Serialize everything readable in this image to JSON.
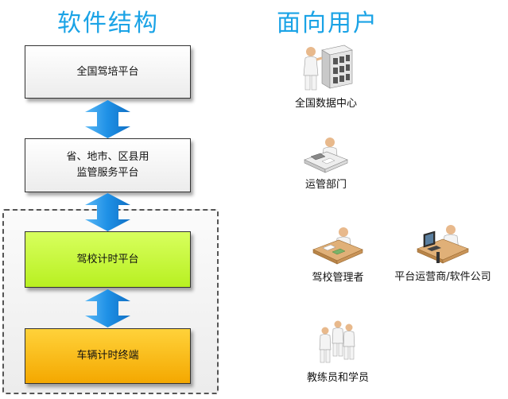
{
  "headings": {
    "structure": "软件结构",
    "users": "面向用户"
  },
  "platforms": [
    {
      "label": "全国驾培平台",
      "color": "#f1f1f1"
    },
    {
      "label": "省、地市、区县用\n监管服务平台",
      "color": "#f1f1f1"
    },
    {
      "label": "驾校计时平台",
      "color": "#c6fa3c"
    },
    {
      "label": "车辆计时终端",
      "color": "#f8bb14"
    }
  ],
  "users": [
    {
      "label": "全国数据中心",
      "icon": "server-person-icon"
    },
    {
      "label": "运管部门",
      "icon": "desk-person-icon"
    },
    {
      "label": "驾校管理者",
      "icon": "manager-desk-icon"
    },
    {
      "label": "平台运营商/软件公司",
      "icon": "computer-operator-icon"
    },
    {
      "label": "教练员和学员",
      "icon": "group-people-icon"
    }
  ],
  "colors": {
    "heading": "#1aa3e6",
    "arrow": "#1e90e6"
  }
}
